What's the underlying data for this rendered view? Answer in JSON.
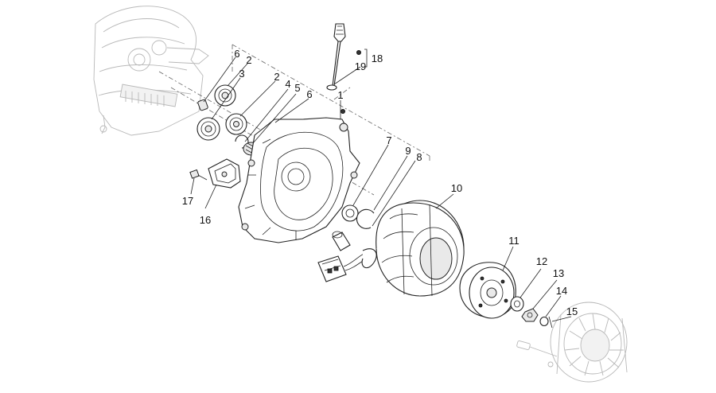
{
  "callouts": {
    "c1": "1",
    "c2a": "2",
    "c2b": "2",
    "c3": "3",
    "c4": "4",
    "c5": "5",
    "c6a": "6",
    "c6b": "6",
    "c7": "7",
    "c8": "8",
    "c9": "9",
    "c10": "10",
    "c11": "11",
    "c12": "12",
    "c13": "13",
    "c14": "14",
    "c15": "15",
    "c16": "16",
    "c17": "17",
    "c18": "18",
    "c19": "19"
  }
}
